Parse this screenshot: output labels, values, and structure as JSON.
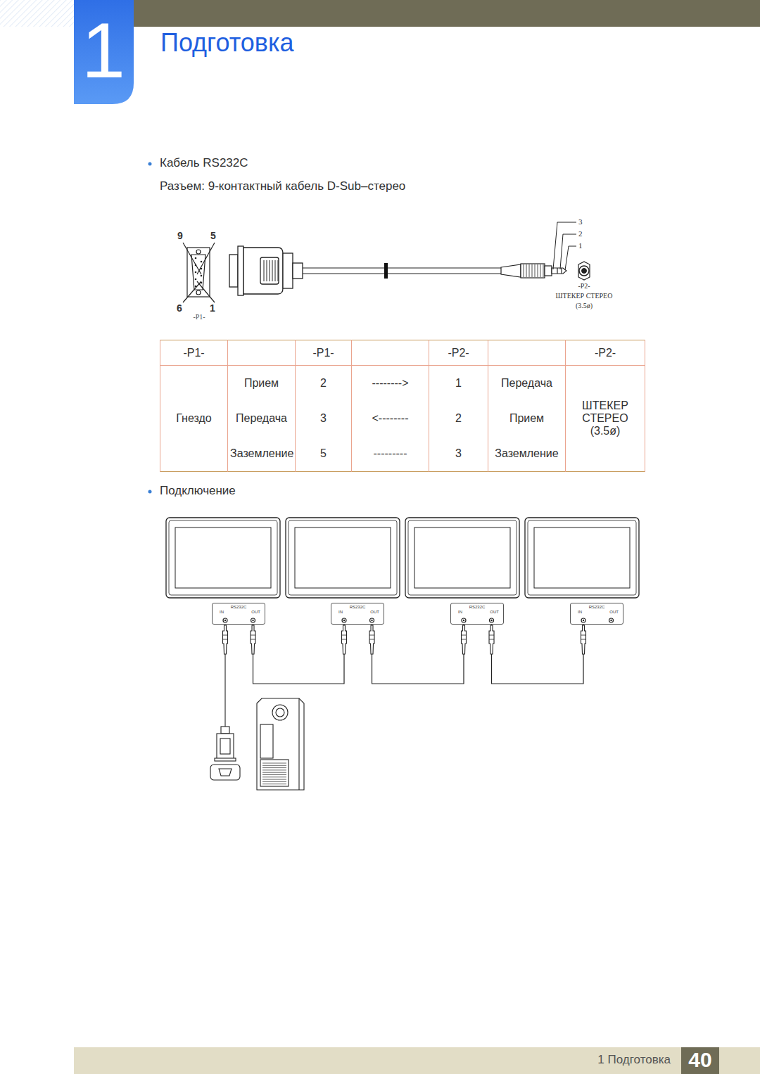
{
  "diagram": {
    "title": "Подготовка",
    "nodes": [
      {
        "text": [
          "RS232C",
          "IN",
          "OUT"
        ]
      },
      {
        "text": [
          "RS232C",
          "IN",
          "OUT"
        ]
      },
      {
        "text": [
          "RS232C",
          "IN",
          "OUT"
        ]
      },
      {
        "text": [
          "RS232C",
          "IN",
          "OUT"
        ]
      }
    ],
    "edges": [
      {
        "from": 0,
        "to": 1,
        "arrow": "none"
      },
      {
        "from": 1,
        "to": 2,
        "arrow": "none"
      },
      {
        "from": 2,
        "to": 3,
        "arrow": "none"
      }
    ],
    "labels": [
      "Кабель RS232C",
      "Разъем: 9-контактный кабель D-Sub–стерео",
      "9",
      "5",
      "6",
      "1",
      "-P1-",
      "3",
      "2",
      "1",
      "-P2-",
      "ШТЕКЕР СТЕРЕО",
      "(3.5ø)",
      "-P1-",
      "-P1-",
      "-P2-",
      "-P2-",
      "Гнездо",
      "Прием",
      "2",
      "-------->",
      "1",
      "Передача",
      "ШТЕКЕР СТЕРЕО (3.5ø)",
      "Передача",
      "3",
      "<--------",
      "2",
      "Прием",
      "Заземление",
      "5",
      "---------",
      "3",
      "Заземление",
      "Подключение",
      "1",
      "1 Подготовка",
      "40"
    ]
  }
}
